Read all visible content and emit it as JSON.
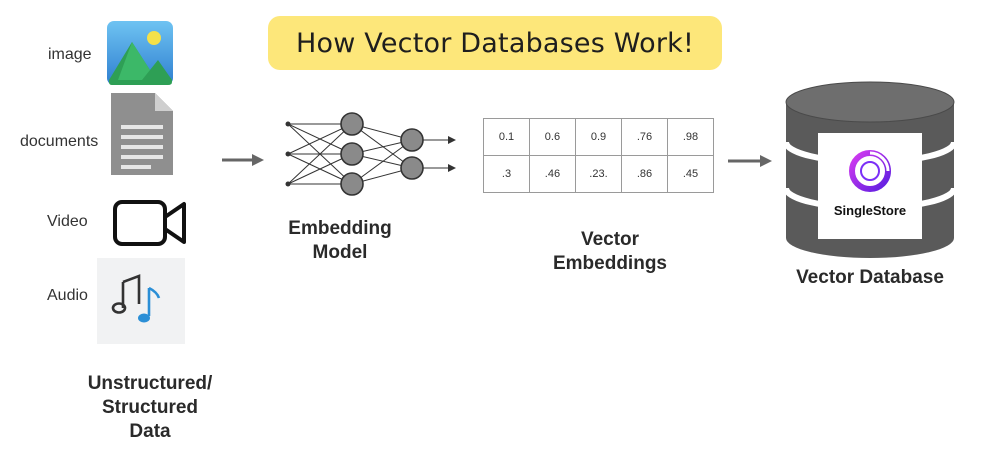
{
  "title": "How Vector Databases Work!",
  "sources": {
    "image_label": "image",
    "documents_label": "documents",
    "video_label": "Video",
    "audio_label": "Audio",
    "caption_line1": "Unstructured/",
    "caption_line2": "Structured",
    "caption_line3": "Data"
  },
  "model": {
    "line1": "Embedding",
    "line2": "Model"
  },
  "embeddings": {
    "line1": "Vector",
    "line2": "Embeddings",
    "rows": [
      [
        "0.1",
        "0.6",
        "0.9",
        ".76",
        ".98"
      ],
      [
        ".3",
        ".46",
        ".23.",
        ".86",
        ".45"
      ]
    ]
  },
  "database": {
    "brand": "SingleStore",
    "caption": "Vector Database"
  },
  "colors": {
    "title_bg": "#fde77a",
    "image_icon_blue": "#3b8fd9",
    "image_icon_green": "#2e9f55",
    "brand_purple": "#7b2ff7",
    "cylinder_gray": "#5a5a5a"
  }
}
